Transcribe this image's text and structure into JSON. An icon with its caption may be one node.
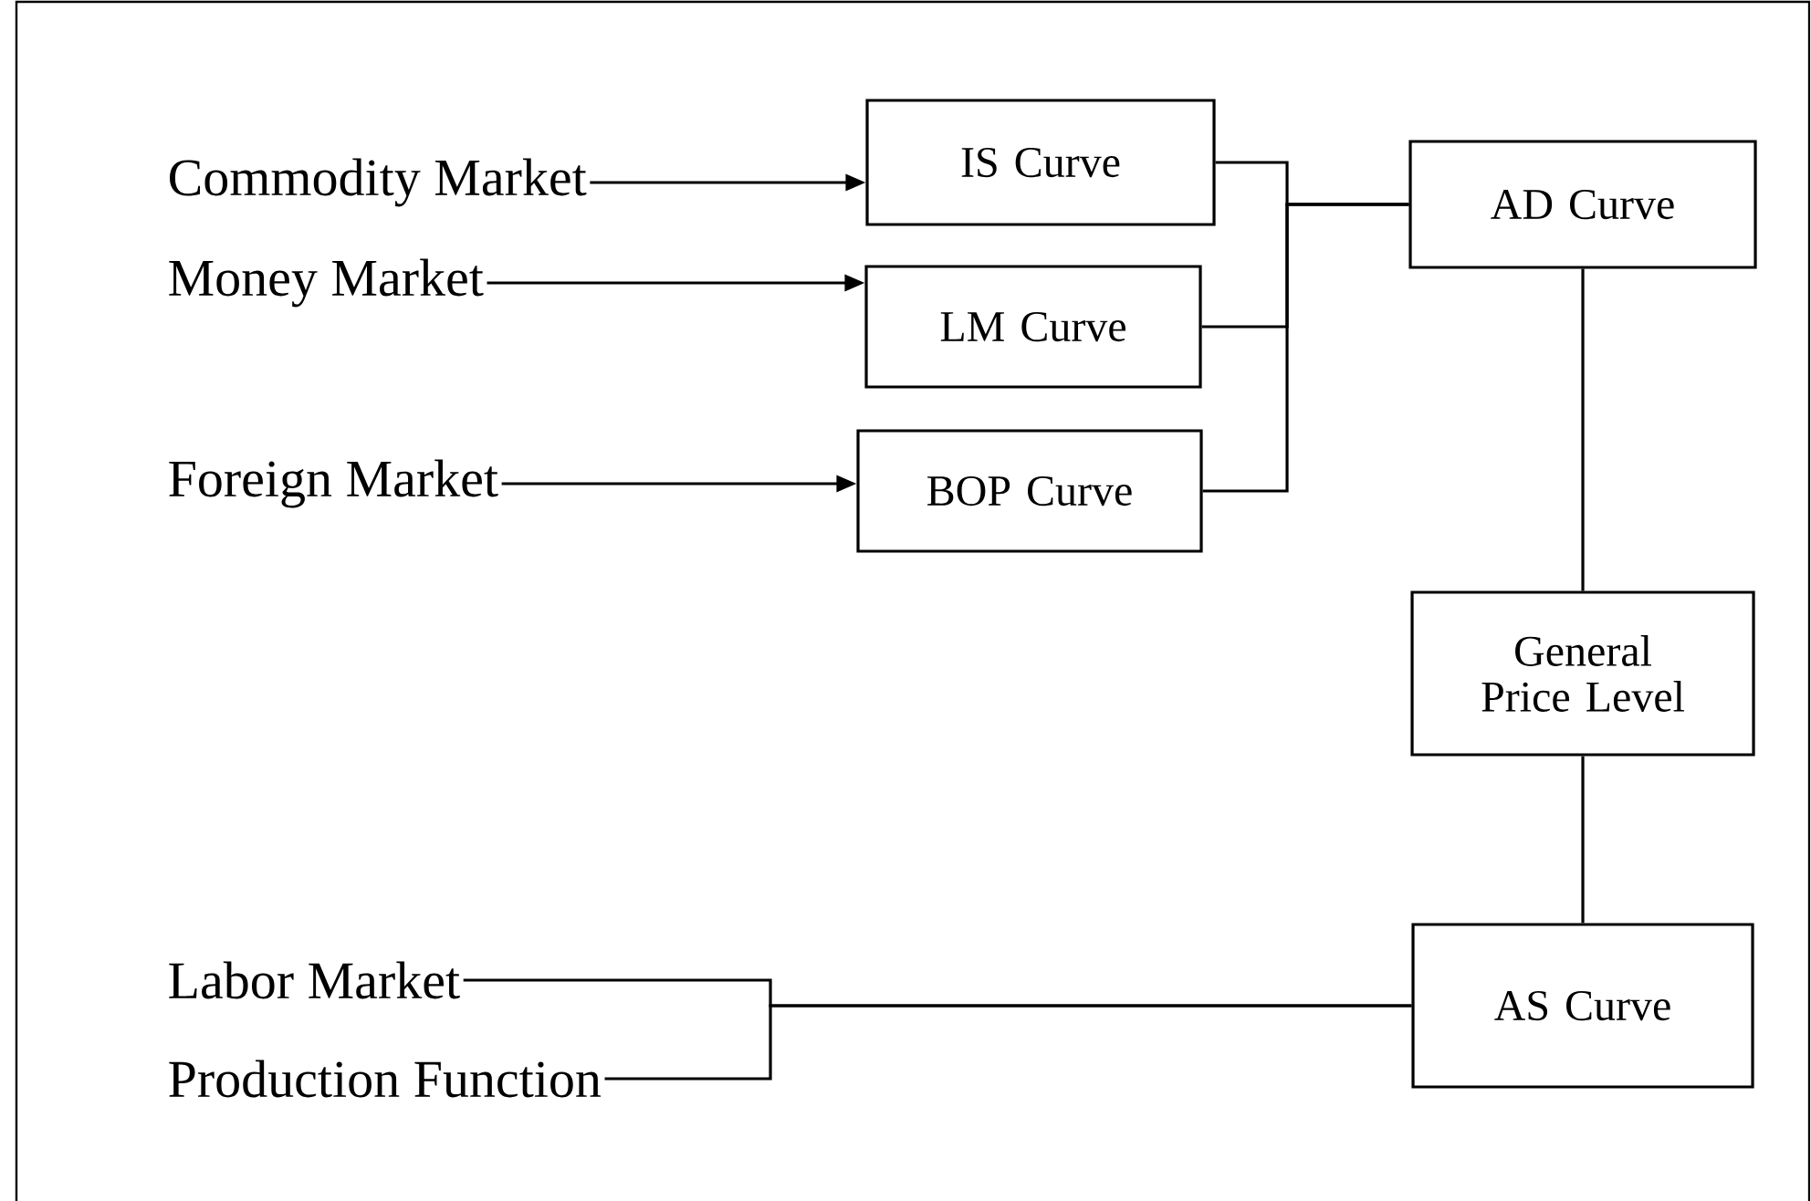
{
  "diagram": {
    "nodes": [
      {
        "text": [
          "Commodity Market"
        ]
      },
      {
        "text": [
          "Money Market"
        ]
      },
      {
        "text": [
          "Foreign Market"
        ]
      },
      {
        "text": [
          "IS Curve"
        ]
      },
      {
        "text": [
          "LM Curve"
        ]
      },
      {
        "text": [
          "BOP Curve"
        ]
      },
      {
        "text": [
          "AD Curve"
        ]
      },
      {
        "text": [
          "General Price Level"
        ]
      },
      {
        "text": [
          "AS Curve"
        ]
      },
      {
        "text": [
          "Labor Market"
        ]
      },
      {
        "text": [
          "Production Function"
        ]
      }
    ],
    "edges": [
      {
        "from": 0,
        "to": 3,
        "arrow": "to"
      },
      {
        "from": 1,
        "to": 4,
        "arrow": "to"
      },
      {
        "from": 2,
        "to": 5,
        "arrow": "to"
      },
      {
        "from": 3,
        "to": 6,
        "arrow": "none"
      },
      {
        "from": 4,
        "to": 6,
        "arrow": "none"
      },
      {
        "from": 5,
        "to": 6,
        "arrow": "none"
      },
      {
        "from": 6,
        "to": 7,
        "arrow": "none"
      },
      {
        "from": 7,
        "to": 8,
        "arrow": "none"
      },
      {
        "from": 9,
        "to": 8,
        "arrow": "none"
      },
      {
        "from": 10,
        "to": 8,
        "arrow": "none"
      }
    ]
  }
}
